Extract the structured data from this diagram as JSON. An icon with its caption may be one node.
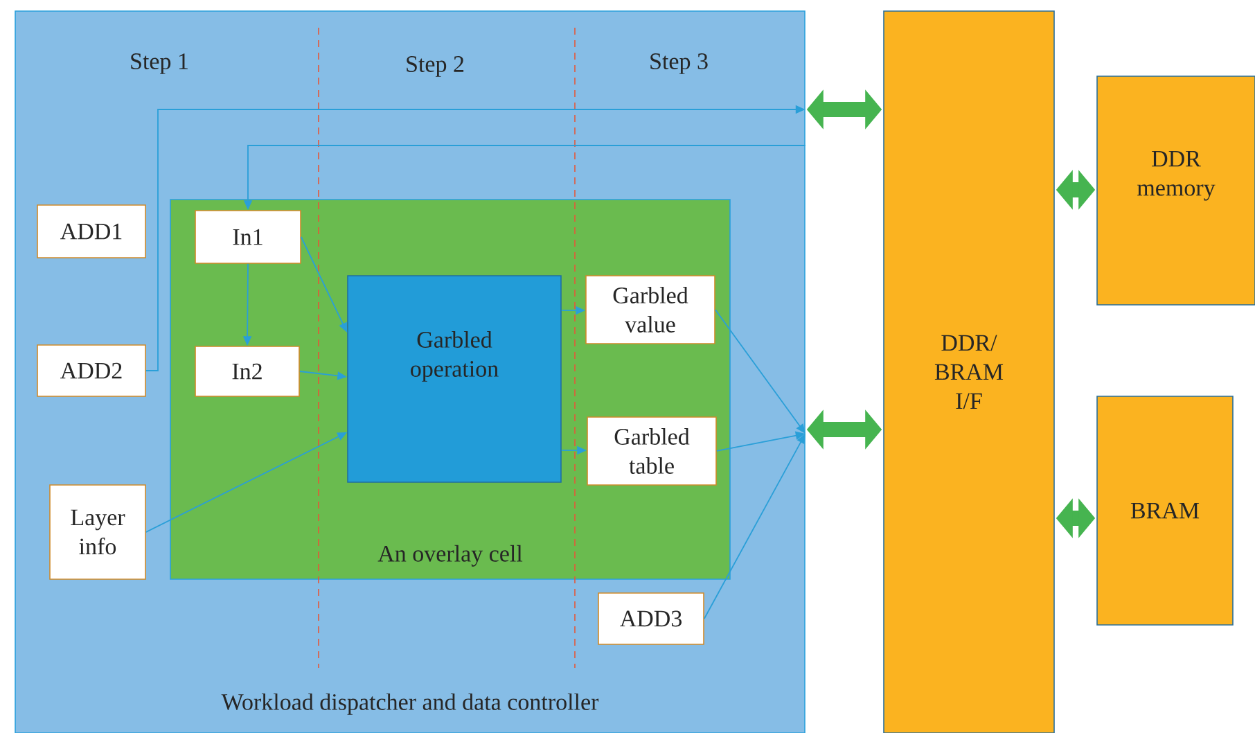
{
  "diagram": {
    "nodes": [
      {
        "text": [
          "Workload dispatcher and data controller"
        ]
      },
      {
        "text": [
          "An overlay cell"
        ],
        "in": 0
      },
      {
        "text": [
          "ADD1"
        ],
        "in": 0
      },
      {
        "text": [
          "ADD2"
        ],
        "in": 0
      },
      {
        "text": [
          "Layer info"
        ],
        "in": 0
      },
      {
        "text": [
          "In1"
        ],
        "in": 1
      },
      {
        "text": [
          "In2"
        ],
        "in": 1
      },
      {
        "text": [
          "Garbled operation"
        ],
        "in": 1
      },
      {
        "text": [
          "Garbled value"
        ],
        "in": 1
      },
      {
        "text": [
          "Garbled table"
        ],
        "in": 1
      },
      {
        "text": [
          "ADD3"
        ],
        "in": 0
      },
      {
        "text": [
          "DDR/ BRAM I/F"
        ]
      },
      {
        "text": [
          "DDR memory"
        ]
      },
      {
        "text": [
          "BRAM"
        ]
      }
    ],
    "edges": [
      {
        "from": 3,
        "to": 0,
        "arrow": "to"
      },
      {
        "from": 0,
        "to": 5,
        "arrow": "to"
      },
      {
        "from": 5,
        "to": 6,
        "arrow": "to"
      },
      {
        "from": 5,
        "to": 7,
        "arrow": "to"
      },
      {
        "from": 6,
        "to": 7,
        "arrow": "to"
      },
      {
        "from": 4,
        "to": 7,
        "arrow": "to"
      },
      {
        "from": 7,
        "to": 8,
        "arrow": "to"
      },
      {
        "from": 7,
        "to": 9,
        "arrow": "to"
      },
      {
        "from": 8,
        "to": 0,
        "arrow": "to"
      },
      {
        "from": 9,
        "to": 0,
        "arrow": "to"
      },
      {
        "from": 10,
        "to": 0,
        "arrow": "to"
      },
      {
        "from": 0,
        "to": 11,
        "arrow": "both",
        "style": "thick",
        "color": "#46b450"
      },
      {
        "from": 0,
        "to": 11,
        "arrow": "both",
        "style": "thick",
        "color": "#46b450"
      },
      {
        "from": 11,
        "to": 12,
        "arrow": "both",
        "style": "thick",
        "color": "#46b450"
      },
      {
        "from": 11,
        "to": 13,
        "arrow": "both",
        "style": "thick",
        "color": "#46b450"
      }
    ],
    "labels": [
      "Step 1",
      "Step 2",
      "Step 3"
    ]
  }
}
